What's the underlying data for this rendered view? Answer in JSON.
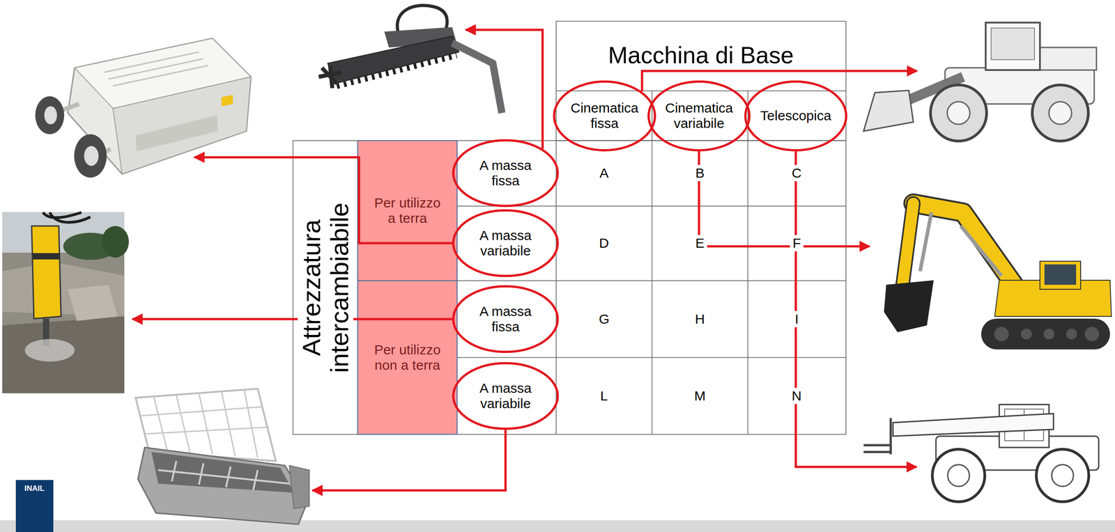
{
  "diagram": {
    "nodes": [
      {
        "text": [
          "Cinematica fissa"
        ]
      },
      {
        "text": [
          "Cinematica variabile"
        ]
      },
      {
        "text": [
          "Telescopica"
        ]
      },
      {
        "text": [
          "Per utilizzo a terra"
        ]
      },
      {
        "text": [
          "A massa fissa"
        ]
      },
      {
        "text": [
          "A massa variabile"
        ]
      },
      {
        "text": [
          "Per utilizzo non a terra"
        ]
      },
      {
        "text": [
          "A massa fissa"
        ]
      },
      {
        "text": [
          "A massa variabile"
        ]
      }
    ],
    "labels": [
      "Macchina di Base",
      "Attrezzatura intercambiabile",
      "A",
      "B",
      "C",
      "D",
      "E",
      "F",
      "G",
      "H",
      "I",
      "L",
      "M",
      "N",
      "INAIL"
    ]
  }
}
